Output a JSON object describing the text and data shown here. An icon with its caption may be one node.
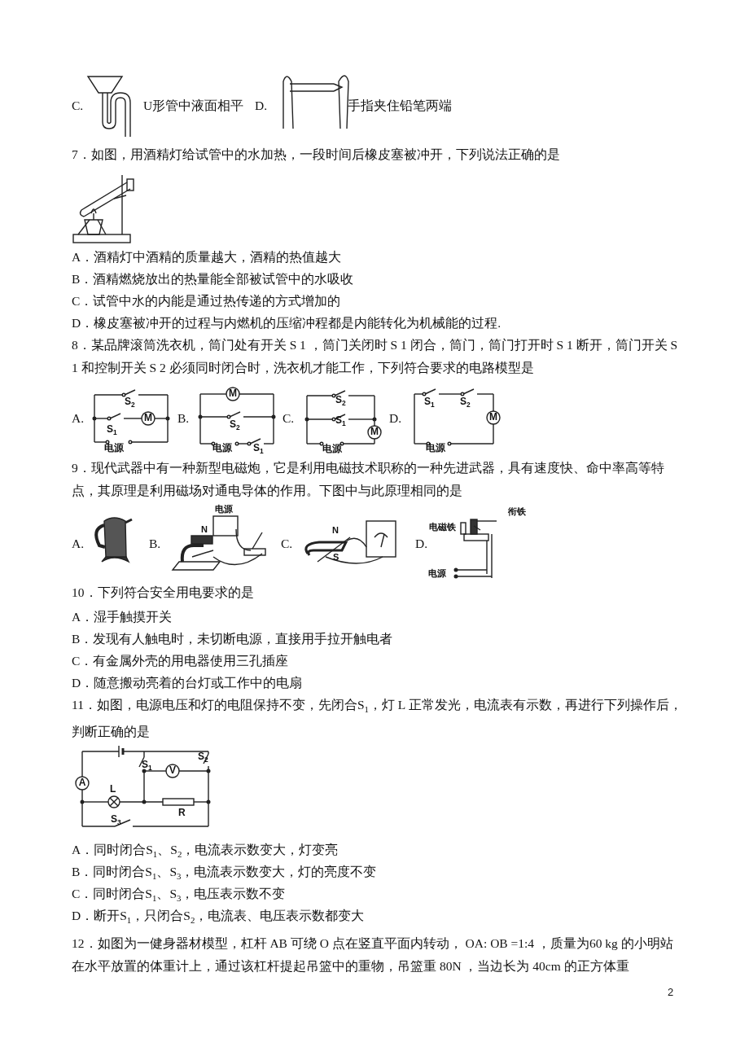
{
  "diagram": {
    "labels": [
      "C.",
      "U形管中液面相平",
      "D.",
      "手指夹住铅笔两端",
      "7．如图，用酒精灯给试管中的水加热，一段时间后橡皮塞被冲开，下列说法正确的是",
      "A．酒精灯中酒精的质量越大，酒精的热值越大",
      "B．酒精燃烧放出的热量能全部被试管中的水吸收",
      "C．试管中水的内能是通过热传递的方式增加的",
      "D．橡皮塞被冲开的过程与内燃机的压缩冲程都是内能转化为机械能的过程.",
      "8．某品牌滚筒洗衣机，筒门处有开关 S 1 ，筒门关闭时 S 1 闭合，筒门，筒门打开时 S 1 断开，筒门开关 S 1 和控制开关 S 2 必须同时闭合时，洗衣机才能工作，下列符合要求的电路模型是",
      "A.",
      "S$_{2}$",
      "S$_{1}$",
      "M",
      "电源",
      "B.",
      "M",
      "S$_{2}$",
      "电源",
      "S$_{1}$",
      "C.",
      "S$_{2}$",
      "S$_{1}$",
      "M",
      "电源",
      "D.",
      "S$_{1}$",
      "S$_{2}$",
      "M",
      "电源",
      "9．现代武器中有一种新型电磁炮，它是利用电磁技术职称的一种先进武器，具有速度快、命中率高等特点，其原理是利用磁场对通电导体的作用。下图中与此原理相同的是",
      "A.",
      "B.",
      "电源",
      "N",
      "C.",
      "N",
      "S",
      "D.",
      "衔铁",
      "电磁铁",
      "电源",
      "10．下列符合安全用电要求的是",
      "A．湿手触摸开关",
      "B．发现有人触电时，未切断电源，直接用手拉开触电者",
      "C．有金属外壳的用电器使用三孔插座",
      "D．随意搬动亮着的台灯或工作中的电扇",
      "11．如图，电源电压和灯的电阻保持不变，先闭合S$_{1}$，灯 L 正常发光，电流表有示数，再进行下列操作后，判断正确的是",
      "A",
      "S$_{1}$",
      "V",
      "S$_{2}$",
      "L",
      "R",
      "S$_{3}$",
      "A．同时闭合S$_{1}$、S$_{2}$，电流表示数变大，灯变亮",
      "B．同时闭合S$_{1}$、S$_{3}$，电流表示数变大，灯的亮度不变",
      "C．同时闭合S$_{1}$、S$_{3}$，电压表示数不变",
      "D．断开S$_{1}$，只闭合S$_{2}$，电流表、电压表示数都变大",
      "12．如图为一健身器材模型，杠杆 AB 可绕 O 点在竖直平面内转动， OA: OB =1:4 ，质量为60 kg 的小明站在水平放置的体重计上，通过该杠杆提起吊篮中的重物，吊篮重 80N ，当边长为 40cm 的正方体重",
      "2"
    ]
  }
}
